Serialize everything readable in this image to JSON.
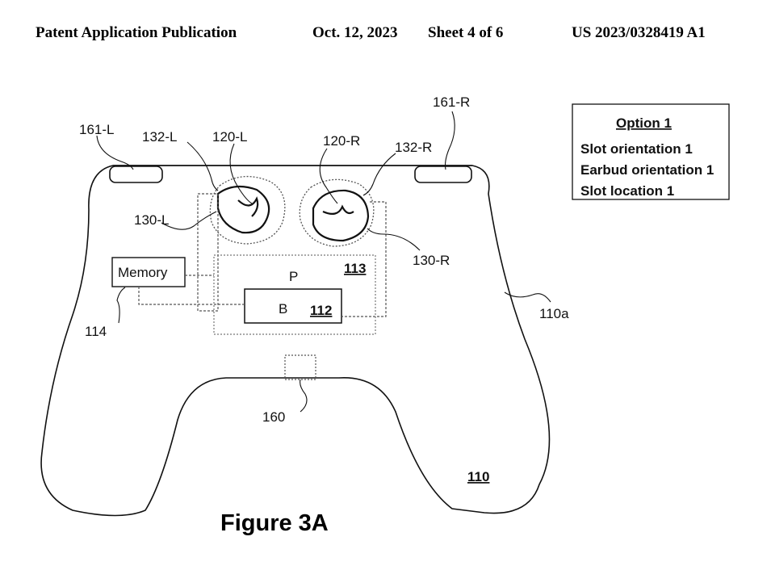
{
  "header": {
    "publication": "Patent Application Publication",
    "date": "Oct. 12, 2023",
    "sheet": "Sheet 4 of 6",
    "number": "US 2023/0328419 A1"
  },
  "figure": {
    "caption": "Figure 3A",
    "labels": {
      "ref_161L": "161-L",
      "ref_132L": "132-L",
      "ref_120L": "120-L",
      "ref_120R": "120-R",
      "ref_132R": "132-R",
      "ref_161R": "161-R",
      "ref_130L": "130-L",
      "ref_130R": "130-R",
      "memory": "Memory",
      "ref_114": "114",
      "processor": "P",
      "ref_113": "113",
      "battery": "B",
      "ref_112": "112",
      "ref_110a": "110a",
      "ref_160": "160",
      "ref_110": "110"
    },
    "option_box": {
      "title": "Option 1",
      "lines": [
        "Slot orientation 1",
        "Earbud orientation 1",
        "Slot location 1"
      ]
    }
  }
}
